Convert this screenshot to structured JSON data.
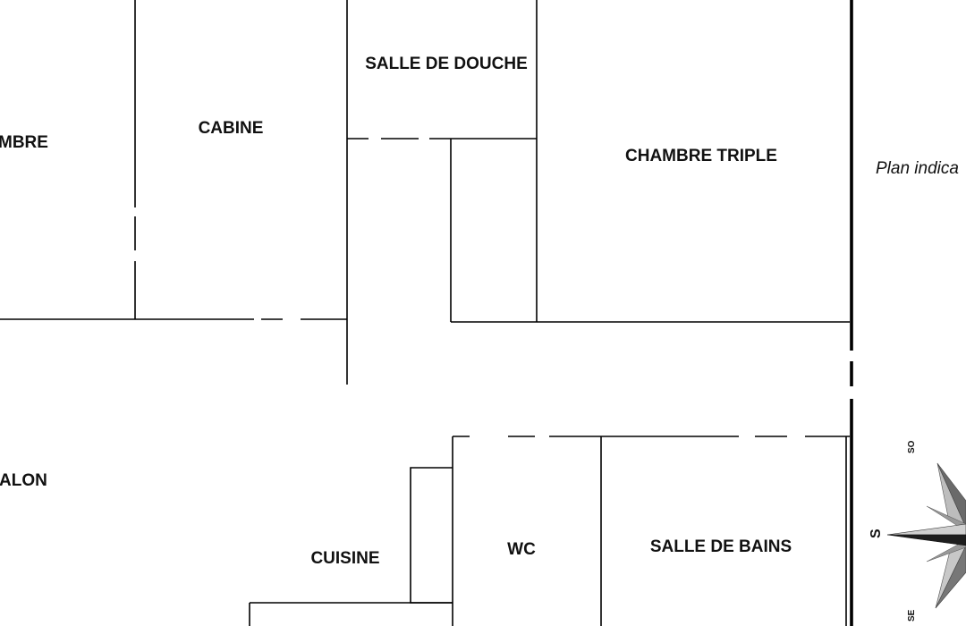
{
  "rooms": {
    "chambre": "MBRE",
    "cabine": "CABINE",
    "salle_de_douche": "SALLE DE DOUCHE",
    "chambre_triple": "CHAMBRE TRIPLE",
    "salon": "ALON",
    "cuisine": "CUISINE",
    "wc": "WC",
    "salle_de_bains": "SALLE DE BAINS"
  },
  "note": "Plan indica",
  "compass": {
    "south": "S",
    "south_west": "SO",
    "south_east": "SE"
  },
  "colors": {
    "wall": "#000000",
    "compass_light": "#bdbdbd",
    "compass_dark": "#2b2b2b"
  }
}
